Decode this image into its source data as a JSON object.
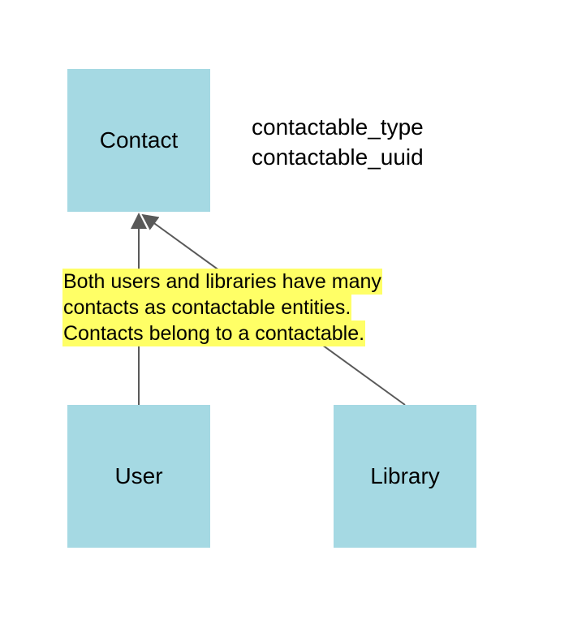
{
  "colors": {
    "box_fill": "#a5d9e3",
    "note_highlight": "#ffff66",
    "connector": "#595959"
  },
  "entities": {
    "contact": "Contact",
    "user": "User",
    "library": "Library"
  },
  "attributes": [
    "contactable_type",
    "contactable_uuid"
  ],
  "note": {
    "lines": [
      "Both users and libraries have many",
      "contacts as contactable entities.",
      "Contacts belong to a contactable."
    ]
  }
}
